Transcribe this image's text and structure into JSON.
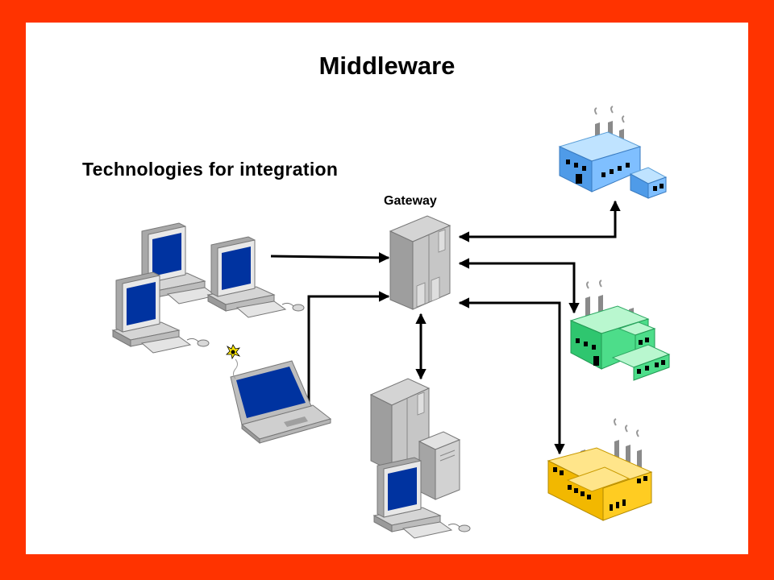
{
  "slide": {
    "title": "Middleware",
    "subtitle": "Technologies for integration",
    "gateway_label": "Gateway"
  },
  "colors": {
    "border": "#ff3300",
    "screen": "#0033a0",
    "factory_blue": "#7fbfff",
    "factory_green": "#4ddd8a",
    "factory_yellow": "#ffcc22",
    "connector": "#000000"
  },
  "icons": [
    "desktop-computer-icon",
    "laptop-icon",
    "gateway-server-icon",
    "server-workstation-icon",
    "factory-icon"
  ]
}
